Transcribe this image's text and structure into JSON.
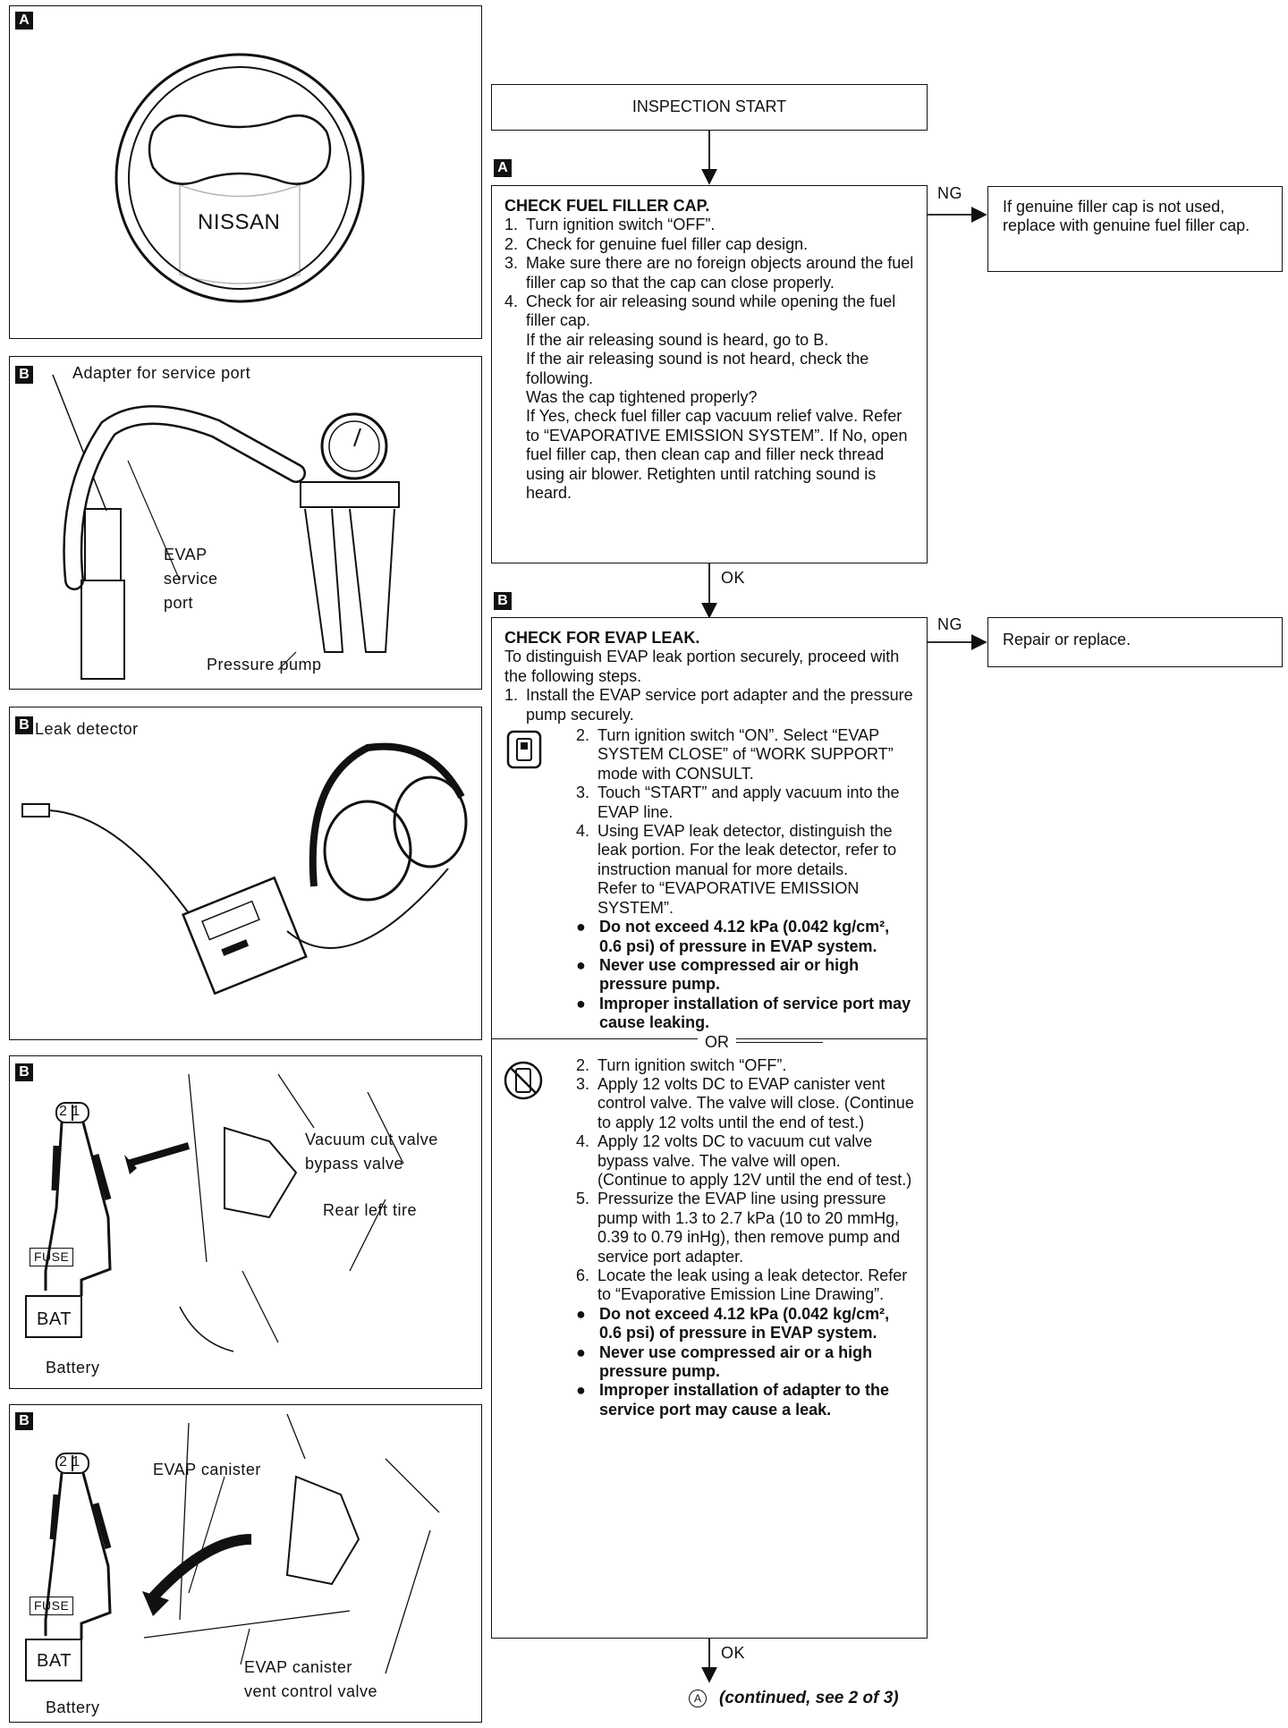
{
  "panels": {
    "a": {
      "letter": "A",
      "cap_text": "NISSAN"
    },
    "b1": {
      "letter": "B",
      "adapter": "Adapter for service port",
      "evap_port": "EVAP\nservice\nport",
      "pump": "Pressure pump"
    },
    "b2": {
      "letter": "B",
      "detector": "Leak detector"
    },
    "b3": {
      "letter": "B",
      "terminals": "2 1",
      "fuse": "FUSE",
      "bat": "BAT",
      "battery": "Battery",
      "vacuum": "Vacuum cut valve\nbypass valve",
      "tire": "Rear left tire"
    },
    "b4": {
      "letter": "B",
      "terminals": "2 1",
      "fuse": "FUSE",
      "bat": "BAT",
      "battery": "Battery",
      "canister": "EVAP canister",
      "vent": "EVAP canister\nvent control valve"
    }
  },
  "flow": {
    "start": "INSPECTION START",
    "letter_a": "A",
    "letter_b": "B",
    "ng": "NG",
    "ok": "OK",
    "or": "OR",
    "step_a": {
      "title": "CHECK FUEL FILLER CAP.",
      "items": [
        {
          "n": "1.",
          "t": "Turn ignition switch “OFF”."
        },
        {
          "n": "2.",
          "t": "Check for genuine fuel filler cap design."
        },
        {
          "n": "3.",
          "t": "Make sure there are no foreign objects around the fuel filler cap so that the cap can close properly."
        },
        {
          "n": "4.",
          "t": "Check for air releasing sound while opening the fuel filler cap.\nIf the air releasing sound is heard, go to B.\nIf the air releasing sound is not heard, check the following.\nWas the cap tightened properly?\nIf Yes, check fuel filler cap vacuum relief valve. Refer to “EVAPORATIVE EMISSION SYSTEM”. If No, open fuel filler cap, then clean cap and filler neck thread using air blower. Retighten until ratching sound is heard."
        }
      ]
    },
    "ng_a": "If genuine filler cap is not used, replace with genuine fuel filler cap.",
    "step_b": {
      "title": "CHECK FOR EVAP LEAK.",
      "intro": "To distinguish EVAP leak portion securely, proceed with the following steps.",
      "item1_n": "1.",
      "item1_t": "Install the EVAP service port adapter and the pressure pump securely.",
      "consult_items": [
        {
          "n": "2.",
          "t": "Turn ignition switch “ON”. Select “EVAP SYSTEM CLOSE” of “WORK SUPPORT” mode with CONSULT."
        },
        {
          "n": "3.",
          "t": "Touch “START” and apply vacuum into the EVAP line."
        },
        {
          "n": "4.",
          "t": "Using EVAP leak detector, distinguish the leak portion. For the leak detector, refer to instruction manual for more details.\nRefer to “EVAPORATIVE EMISSION SYSTEM”."
        }
      ],
      "consult_bullets": [
        "Do not exceed 4.12 kPa (0.042 kg/cm², 0.6 psi) of pressure in EVAP system.",
        "Never use compressed air or high pressure pump.",
        "Improper installation of service port may cause leaking."
      ],
      "no_consult_items": [
        {
          "n": "2.",
          "t": "Turn ignition switch “OFF”."
        },
        {
          "n": "3.",
          "t": "Apply 12 volts DC to EVAP canister vent control valve. The valve will close. (Continue to apply 12 volts until the end of test.)"
        },
        {
          "n": "4.",
          "t": "Apply 12 volts DC to vacuum cut valve bypass valve. The valve will open. (Continue to apply 12V until the end of test.)"
        },
        {
          "n": "5.",
          "t": "Pressurize the EVAP line using pressure pump with 1.3 to 2.7 kPa (10 to 20 mmHg, 0.39 to 0.79 inHg), then remove pump and service port adapter."
        },
        {
          "n": "6.",
          "t": "Locate the leak using a leak detector. Refer to “Evaporative Emission Line Drawing”."
        }
      ],
      "no_consult_bullets": [
        "Do not exceed 4.12 kPa (0.042 kg/cm², 0.6 psi) of pressure in EVAP system.",
        "Never use compressed air or a high pressure pump.",
        "Improper installation of adapter to the service port may cause a leak."
      ]
    },
    "ng_b": "Repair or replace.",
    "continued_marker": "A",
    "continued": "(continued, see 2 of 3)"
  }
}
